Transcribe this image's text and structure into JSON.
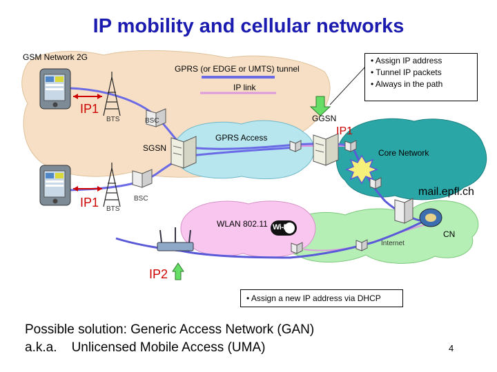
{
  "title": "IP mobility and cellular networks",
  "labels": {
    "gsm_network": "GSM Network 2G",
    "gprs_legend": "GPRS (or EDGE or UMTS) tunnel",
    "ip_link_legend": "IP link",
    "ip1_top": "IP1",
    "ip1_bottom": "IP1",
    "ip1_core": "IP1",
    "ip2": "IP2",
    "bts_top": "BTS",
    "bts_bottom": "BTS",
    "bsc_top": "BSC",
    "bsc_bottom": "BSC",
    "sgsn": "SGSN",
    "ggsn": "GGSN",
    "gprs_access": "GPRS Access",
    "core_network": "Core Network",
    "mail_server": "mail.epfl.ch",
    "cn": "CN",
    "wlan": "WLAN 802.11",
    "internet": "Internet",
    "wifi_logo": "Wi-Fi"
  },
  "ggsn_box": {
    "lines": [
      "• Assign IP address",
      "• Tunnel IP packets",
      "• Always in the path"
    ]
  },
  "dhcp_box": {
    "text": "• Assign a new IP address via DHCP"
  },
  "bottom_text": {
    "line1": "Possible solution: Generic Access Network (GAN)",
    "line2": "a.k.a.    Unlicensed Mobile Access (UMA)"
  },
  "page_number": "4",
  "colors": {
    "title": "#1b1bb0",
    "gsm_cloud": "#f6dfc4",
    "gprs_cloud": "#b7e6ef",
    "core_cloud": "#2aa6a6",
    "internet_cloud": "#b6efb6",
    "wlan_cloud": "#f8c6ee",
    "tunnel": "#6a6ae6",
    "ip_link": "#dd99dd",
    "red_label": "#cc0000",
    "arrow_fill": "#66dd66"
  }
}
